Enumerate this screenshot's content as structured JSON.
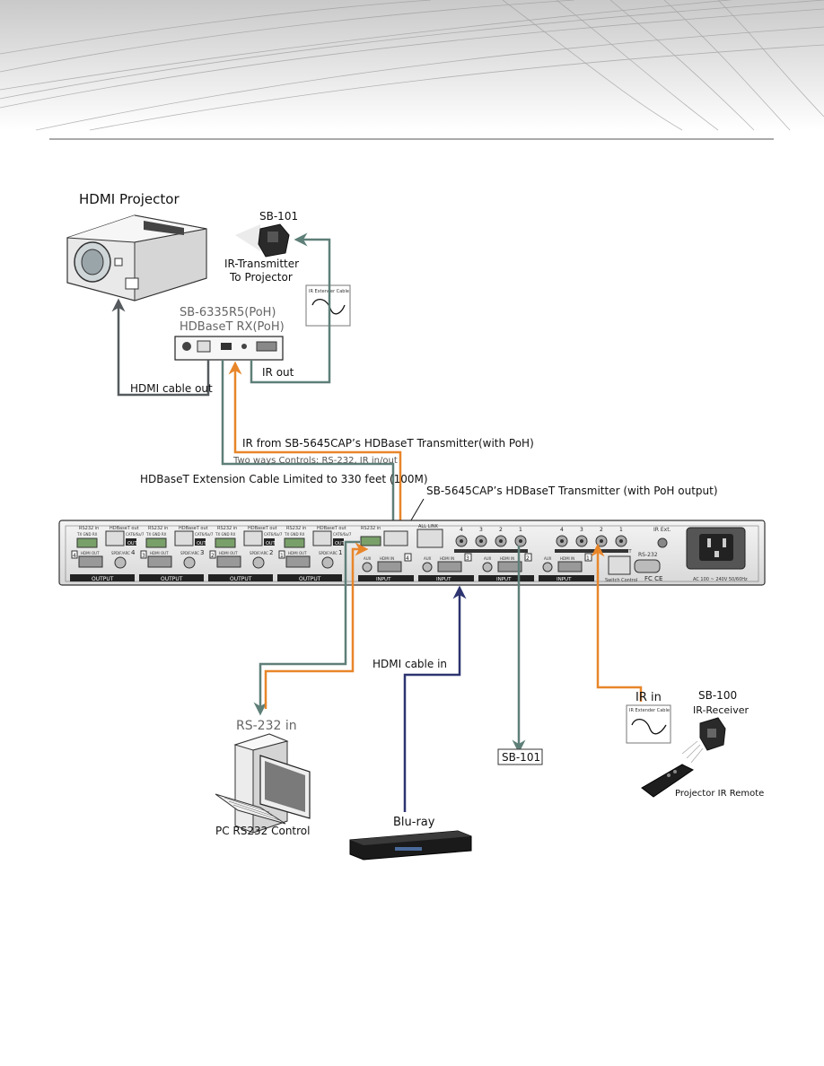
{
  "diagram": {
    "projector_title": "HDMI Projector",
    "sb101_top": "SB-101",
    "ir_tx_line1": "IR-Transmitter",
    "ir_tx_line2": "To Projector",
    "ir_ext_cable": "IR Extender Cable",
    "rx_model": "SB-6335R5(PoH)",
    "rx_type": "HDBaseT RX(PoH)",
    "ir_out": "IR out",
    "hdmi_cable_out": "HDMI cable out",
    "ir_from_tx": "IR from SB-5645CAP’s HDBaseT Transmitter(with PoH)",
    "two_ways": "Two ways Controls: RS-232, IR in/out",
    "hdbaset_cable": "HDBaseT Extension Cable Limited to 330 feet (100M)",
    "tx_label": "SB-5645CAP’s HDBaseT Transmitter (with PoH output)",
    "hdmi_cable_in": "HDMI cable in",
    "rs232_in": "RS-232 in",
    "pc_label": "PC RS232 Control",
    "bluray": "Blu-ray",
    "sb101_bottom": "SB-101",
    "ir_in": "IR in",
    "sb100": "SB-100",
    "ir_receiver": "IR-Receiver",
    "ir_ext_cable_2": "IR Extender Cable",
    "projector_remote": "Projector IR Remote"
  },
  "panel": {
    "output_label": "OUTPUT",
    "input_label": "INPUT",
    "aux_label": "AUX",
    "spdif_label": "SPDIF/ARC",
    "hdmi_out_label": "HDMI OUT",
    "hdmi_in_label": "HDMI IN",
    "rs232_in_label": "RS232 in",
    "hdbaset_out_label": "HDBaseT out",
    "catout_label": "CAT6/6a/7",
    "tx_gnd_rx": "TX  GND  RX",
    "ir_ext_label": "IR Ext.",
    "ethernet_label": "ETHERNET",
    "switch_control": "Switch Control",
    "rs232_label": "RS-232",
    "power_label": "AC 100 ~ 240V 50/60Hz",
    "fc_ce": "FC CE",
    "all_link": "ALL LINK",
    "ir_nums": [
      "4",
      "3",
      "2",
      "1"
    ],
    "out_nums": [
      "4",
      "3",
      "2",
      "1"
    ],
    "in_nums": [
      "4",
      "3",
      "2",
      "1"
    ]
  },
  "colors": {
    "orange": "#e8862a",
    "teal": "#5e7f78",
    "navy": "#2d3470",
    "gray": "#555a5e"
  }
}
